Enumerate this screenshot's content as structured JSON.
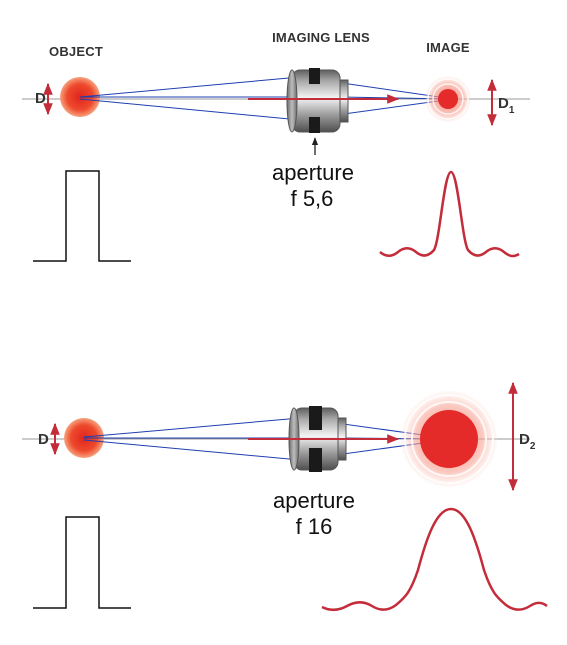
{
  "headers": {
    "object": "OBJECT",
    "lens": "IMAGING LENS",
    "image": "IMAGE"
  },
  "panel1": {
    "aperture_word": "aperture",
    "f_label": "f 5,6",
    "object_size": "D",
    "image_size": "D",
    "image_size_sub": "1"
  },
  "panel2": {
    "aperture_word": "aperture",
    "f_label": "f 16",
    "object_size": "D",
    "image_size": "D",
    "image_size_sub": "2"
  },
  "colors": {
    "ray": "#1f3fb0",
    "arrow": "#c42c3a",
    "axis": "#9a9a9a",
    "spot": "#e52a2a",
    "profile": "#c42c3a",
    "lens_body": "#8a8a8a"
  }
}
